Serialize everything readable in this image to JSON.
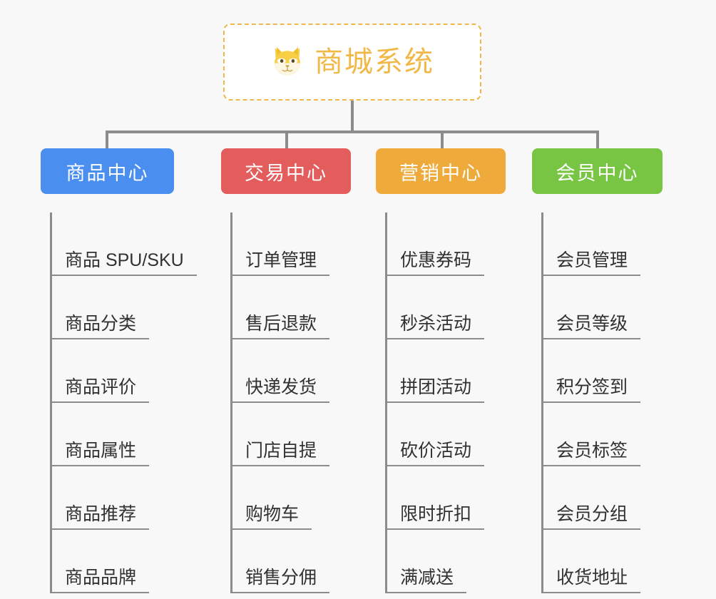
{
  "canvas": {
    "background": "#f8f8f8",
    "connector_color": "#8c8c8c"
  },
  "root": {
    "title": "商城系统",
    "icon": "shiba-dog-face-icon",
    "text_color": "#f2b847",
    "border_color": "#f0b84a",
    "fill": "#ffffff"
  },
  "branches": [
    {
      "label": "商品中心",
      "color": "#4a8ef0",
      "items": [
        "商品 SPU/SKU",
        "商品分类",
        "商品评价",
        "商品属性",
        "商品推荐",
        "商品品牌"
      ]
    },
    {
      "label": "交易中心",
      "color": "#e45d5d",
      "items": [
        "订单管理",
        "售后退款",
        "快递发货",
        "门店自提",
        "购物车",
        "销售分佣"
      ]
    },
    {
      "label": "营销中心",
      "color": "#eeab3c",
      "items": [
        "优惠券码",
        "秒杀活动",
        "拼团活动",
        "砍价活动",
        "限时折扣",
        "满减送"
      ]
    },
    {
      "label": "会员中心",
      "color": "#78c543",
      "items": [
        "会员管理",
        "会员等级",
        "积分签到",
        "会员标签",
        "会员分组",
        "收货地址"
      ]
    }
  ]
}
